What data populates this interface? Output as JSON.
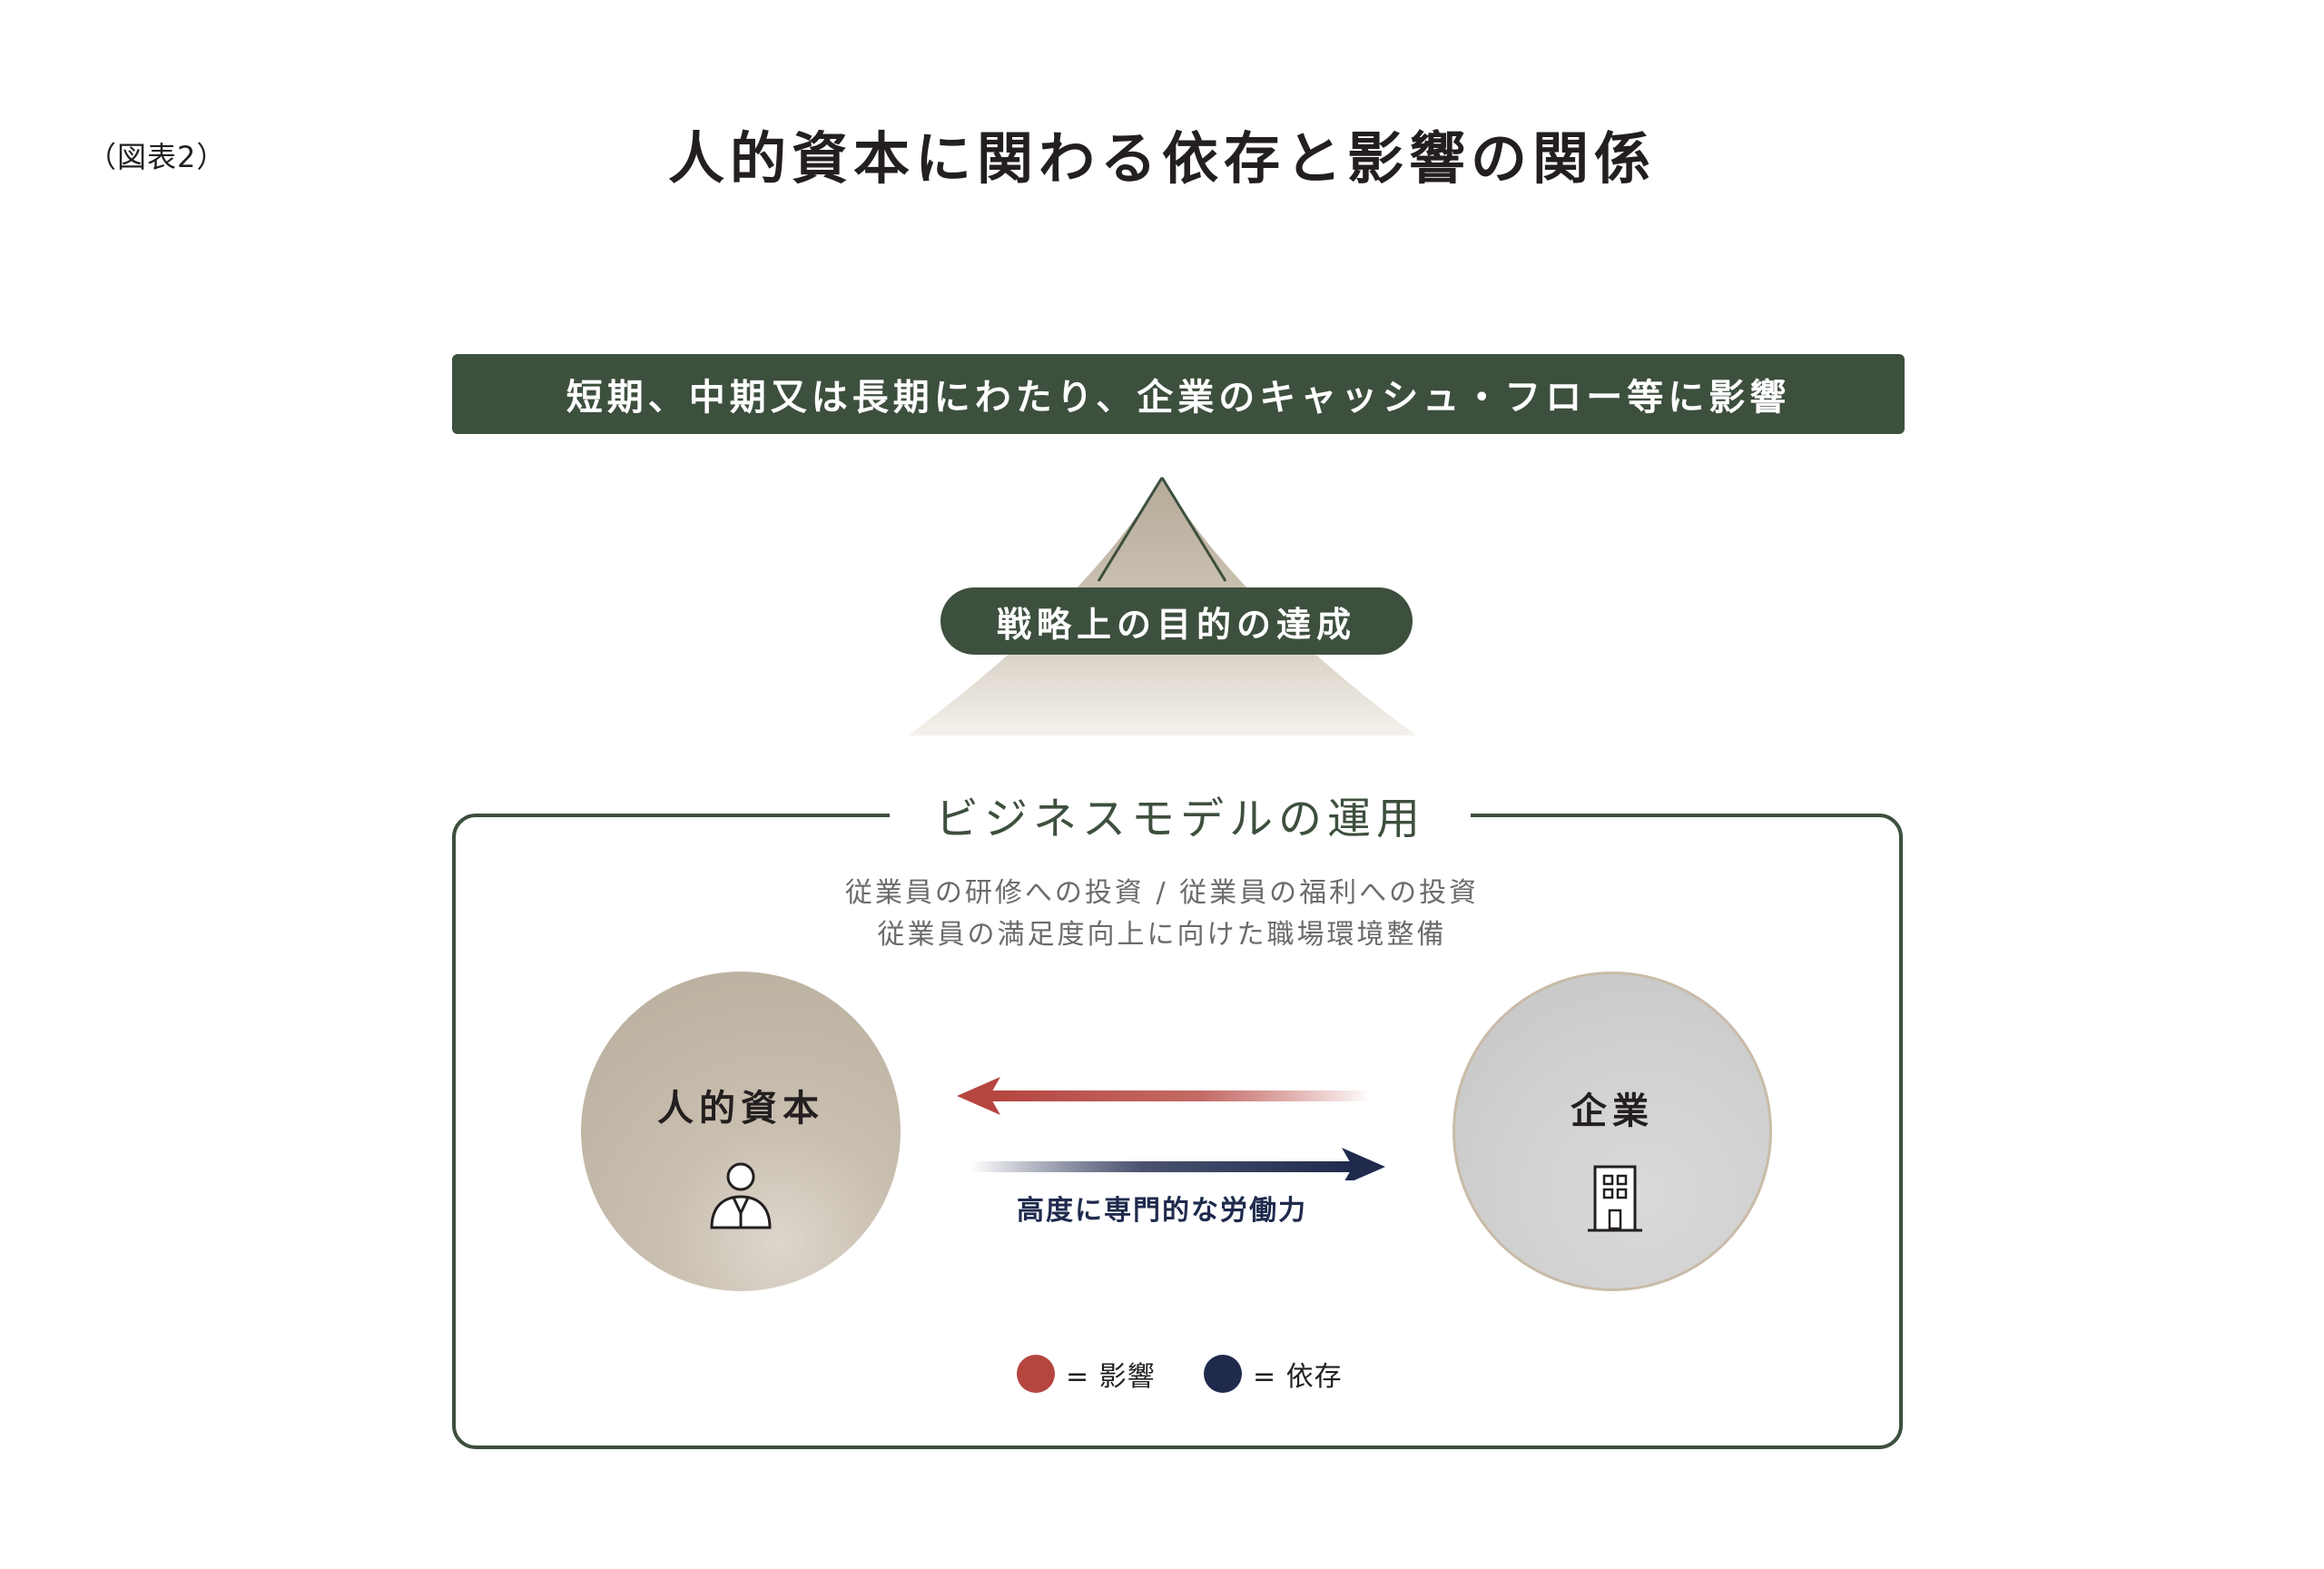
{
  "figure_label": "（図表2）",
  "title": "人的資本に関わる依存と影響の関係",
  "top_banner": "短期、中期又は長期にわたり、企業のキャッシュ・フロー等に影響",
  "goal": "戦略上の目的の達成",
  "business_model": {
    "title": "ビジネスモデルの運用",
    "investments_line1": "従業員の研修への投資 / 従業員の福利への投資",
    "investments_line2": "従業員の満足度向上に向けた職場環境整備"
  },
  "nodes": {
    "human_capital": {
      "label": "人的資本",
      "icon": "person-icon"
    },
    "company": {
      "label": "企業",
      "icon": "building-icon"
    }
  },
  "flows": {
    "impact_arrow": "company-to-human-capital",
    "dependency_arrow": "human-capital-to-company",
    "dependency_label": "高度に専門的な労働力"
  },
  "legend": [
    {
      "label": "= 影響",
      "color": "#b5453f"
    },
    {
      "label": "= 依存",
      "color": "#1f2a4d"
    }
  ],
  "colors": {
    "primary_green": "#3d4f3d",
    "impact_red": "#b5453f",
    "dependency_navy": "#1f2a4d"
  }
}
